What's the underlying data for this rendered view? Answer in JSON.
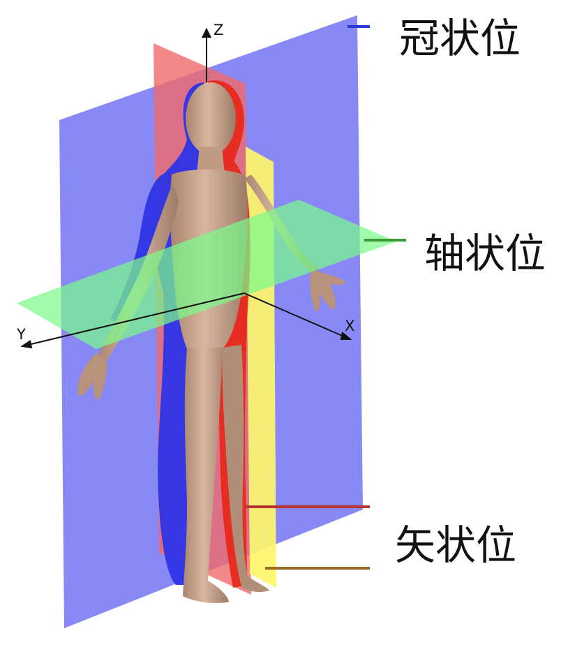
{
  "labels": {
    "coronal": "冠状位",
    "axial": "轴状位",
    "sagittal": "矢状位"
  },
  "axes": {
    "z": "Z",
    "y": "Y",
    "x": "X"
  },
  "colors": {
    "coronal_plane": "#6a6cf4",
    "axial_plane": "#7cf98a",
    "sagittal_plane": "#f06a6a",
    "sagittal_plane_offset": "#fff56a",
    "skin": "#c9a48a",
    "leader_coronal": "#2a3bd6",
    "leader_axial": "#3a9a3a",
    "leader_sagittal": "#b83232",
    "leader_sagittal_offset": "#9a6a28"
  }
}
